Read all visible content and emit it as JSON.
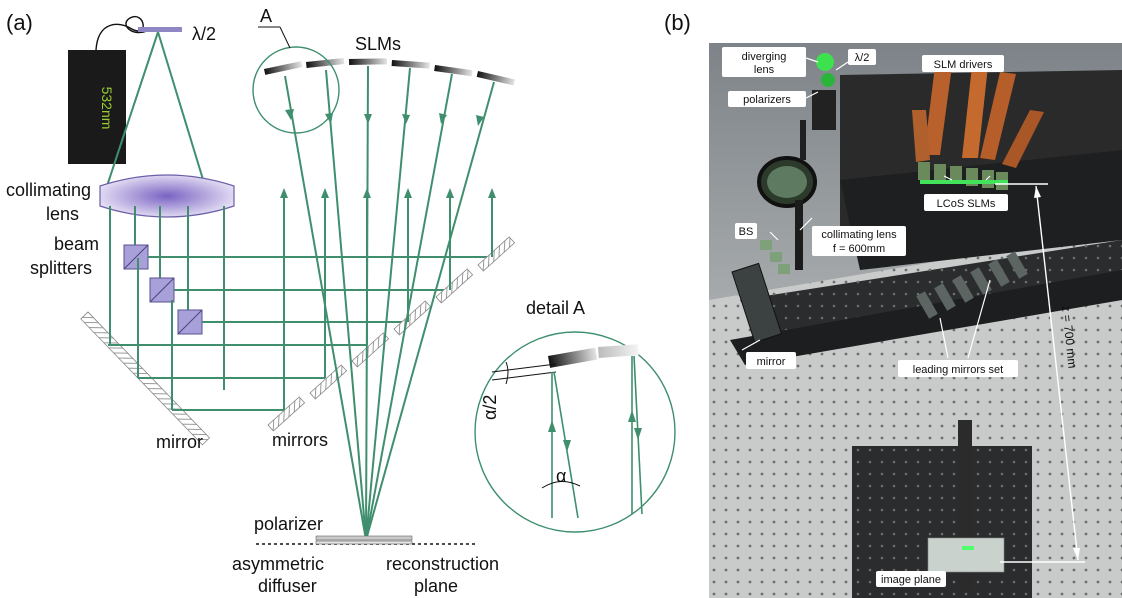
{
  "panel_a": {
    "label": "(a)",
    "laser_label": "532nm",
    "half_wave_plate": "λ/2",
    "marker_a": "A",
    "slms_label": "SLMs",
    "collimating_lens": [
      "collimating",
      "lens"
    ],
    "beam_splitters": [
      "beam",
      "splitters"
    ],
    "mirror": "mirror",
    "mirrors": "mirrors",
    "detail_title": "detail A",
    "half_angle": "α/2",
    "angle": "α",
    "polarizer": "polarizer",
    "asymmetric_diffuser": [
      "asymmetric",
      "diffuser"
    ],
    "reconstruction_plane": [
      "reconstruction",
      "plane"
    ]
  },
  "panel_b": {
    "label": "(b)",
    "diverging_lens": [
      "diverging",
      "lens"
    ],
    "half_wave_plate": "λ/2",
    "polarizers": "polarizers",
    "slm_drivers": "SLM drivers",
    "lcos_slms": "LCoS SLMs",
    "collimating_lens": [
      "collimating lens",
      "f = 600mm"
    ],
    "bs": "BS",
    "mirror": "mirror",
    "leading_mirrors_set": "leading mirrors set",
    "distance": "z = 700 mm",
    "image_plane": "image plane"
  },
  "colors": {
    "beam": "#3f8f6e",
    "laser_text": "#9acd32",
    "lens_fill": "#8f7fc8",
    "splitter_fill": "#a8a0d8",
    "plate": "#8f86c4",
    "mirror_hatch": "#a0a0a0"
  }
}
